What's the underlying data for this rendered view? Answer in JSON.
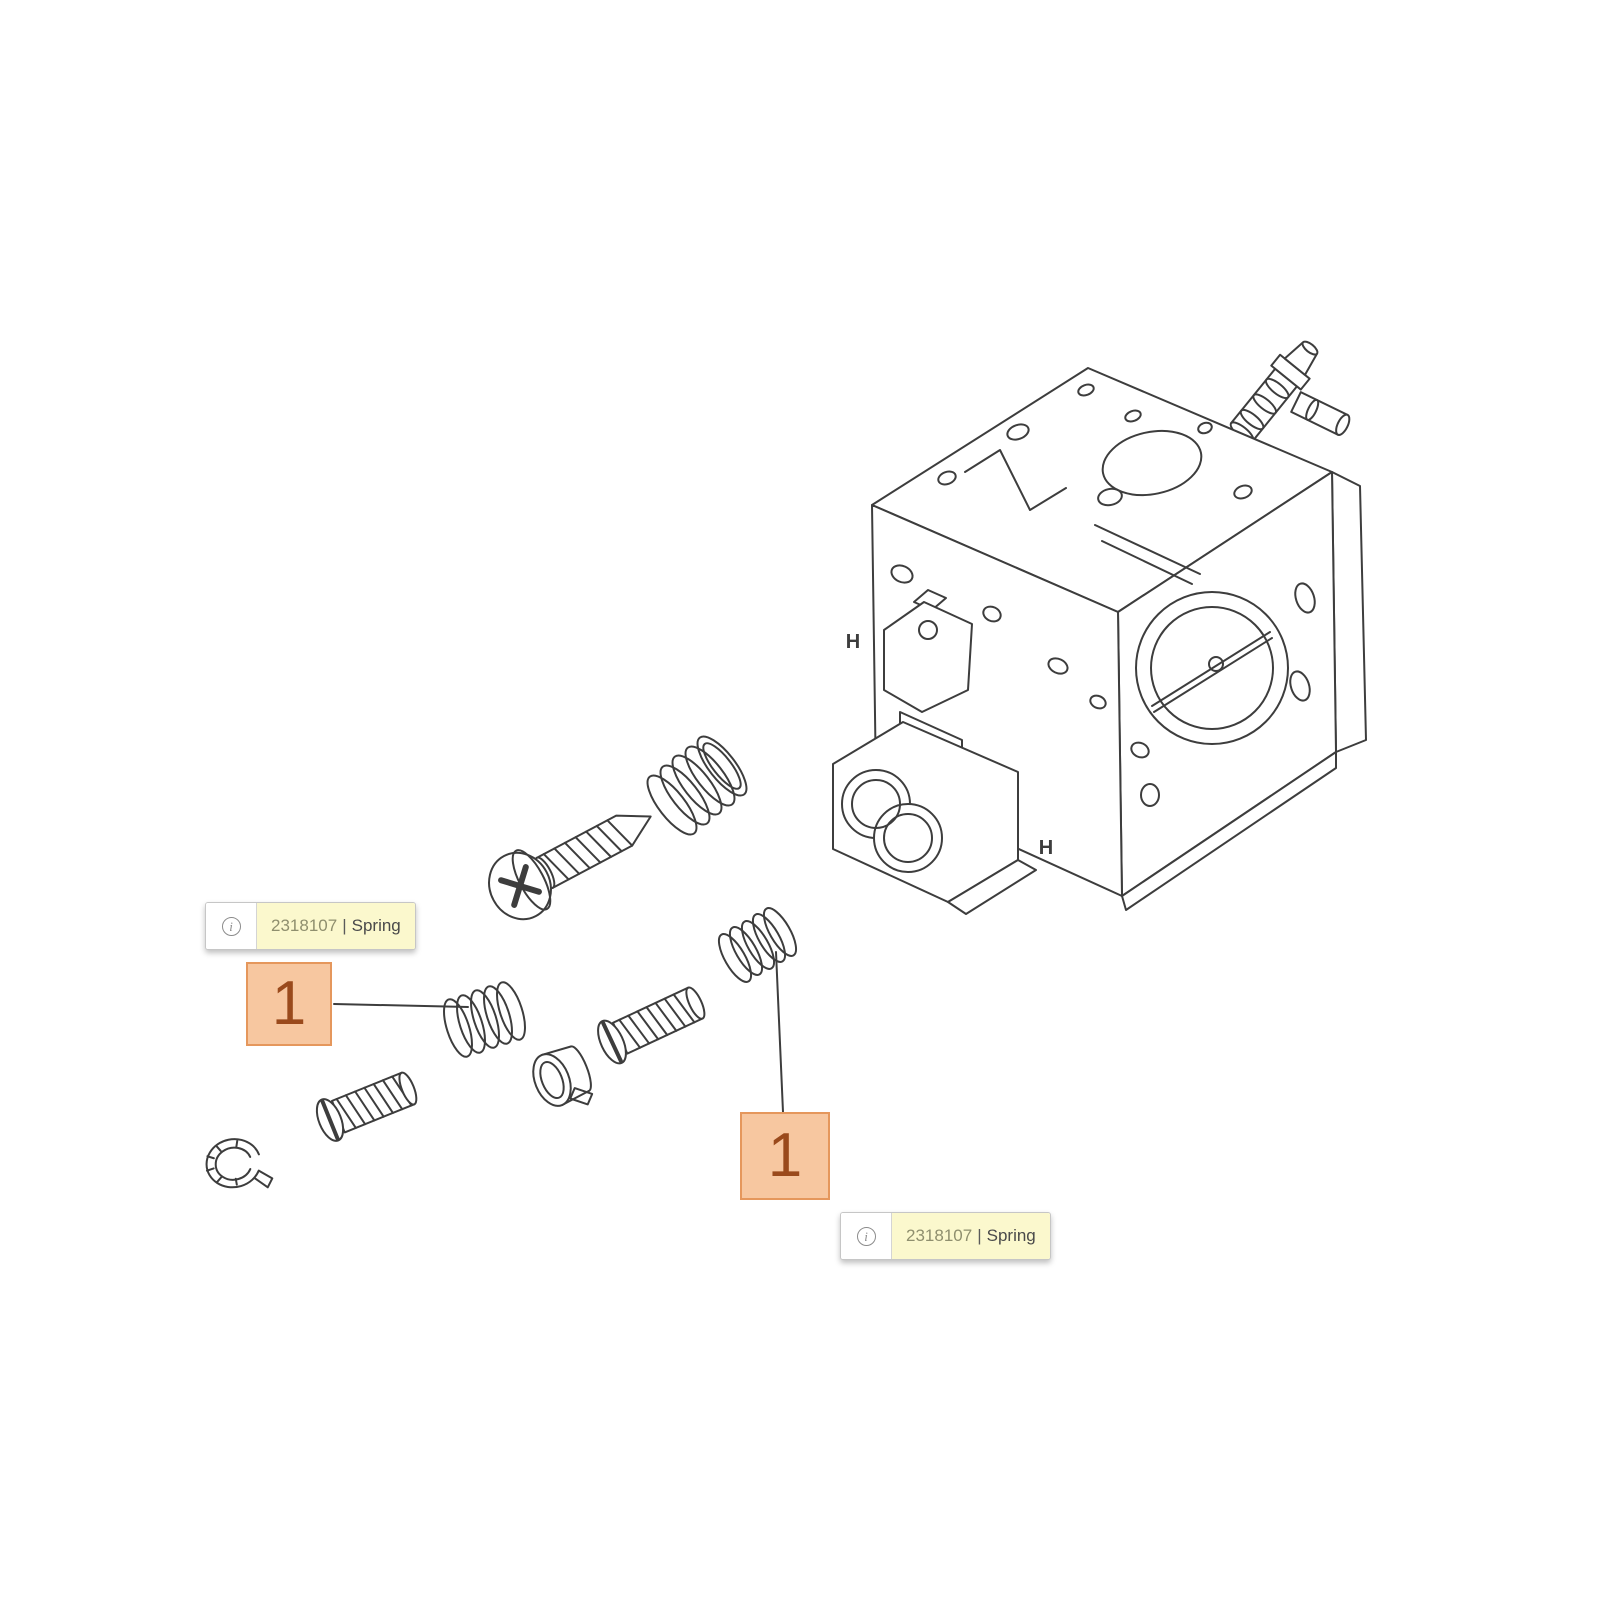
{
  "diagram": {
    "line_color": "#3d3d3d",
    "markings": {
      "left": "H",
      "bottom": "H"
    }
  },
  "callouts": [
    {
      "number": "1",
      "part_id": "2318107",
      "separator": "|",
      "part_name": "Spring"
    },
    {
      "number": "1",
      "part_id": "2318107",
      "separator": "|",
      "part_name": "Spring"
    }
  ],
  "style": {
    "callout_fill": "#f7c7a0",
    "callout_border": "#e5975c",
    "callout_text": "#9a4a1c",
    "tooltip_fill": "#fbf8cd",
    "tooltip_border": "#c6c6c6",
    "info_icon": "i"
  }
}
